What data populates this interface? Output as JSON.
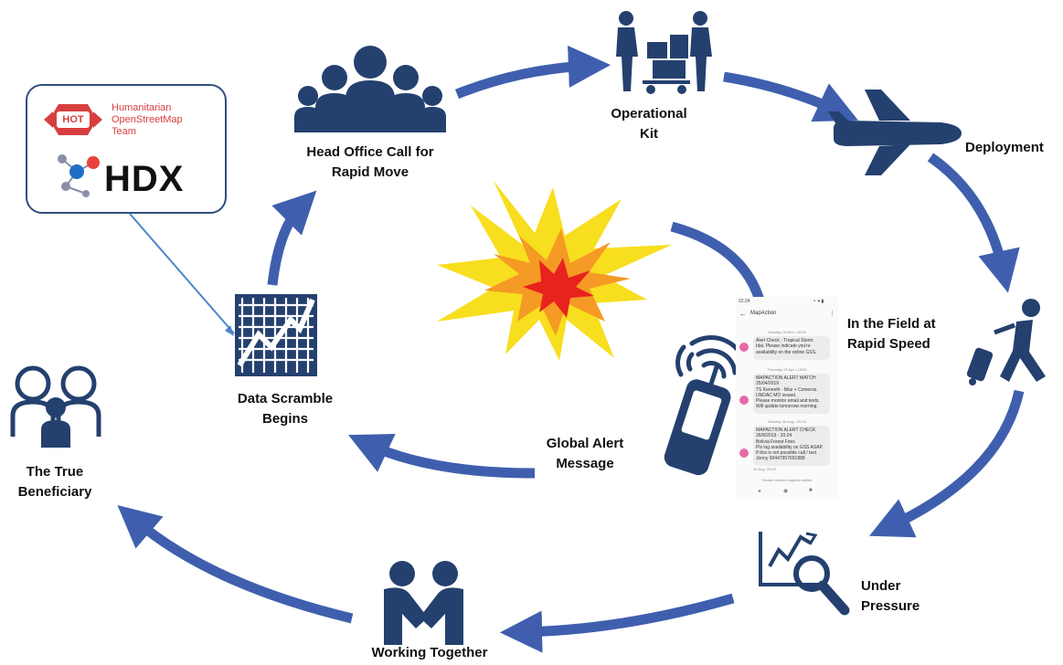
{
  "stages": {
    "head_office": [
      "Head Office Call for",
      "Rapid Move"
    ],
    "operational_kit": [
      "Operational",
      "Kit"
    ],
    "deployment": [
      "Deployment"
    ],
    "in_the_field": [
      "In the Field at",
      "Rapid Speed"
    ],
    "under_pressure": [
      "Under",
      "Pressure"
    ],
    "working_together": [
      "Working Together"
    ],
    "true_beneficiary": [
      "The True",
      "Beneficiary"
    ],
    "data_scramble": [
      "Data Scramble",
      "Begins"
    ],
    "global_alert": [
      "Global Alert",
      "Message"
    ]
  },
  "logos": {
    "hot_badge": "HOT",
    "hot_name": [
      "Humanitarian",
      "OpenStreetMap",
      "Team"
    ],
    "hdx": "HDX"
  },
  "phone": {
    "status_time": "22:24",
    "app_title": "MapAction",
    "days": [
      "Monday 18 Mar • 19:26",
      "Thursday 25 Apr • 18:53",
      "Monday 26 Aug • 20:24"
    ],
    "messages": [
      [
        "Alert Check - Tropical Storm",
        "Idai. Please indicate you're",
        "availability on the online GSS."
      ],
      [
        "MAPACTION ALERT WATCH",
        "25/04/2019",
        "TS Kenneth - Moz + Comoros.",
        "UNDAC MO issued.",
        "Please monitor email and texts.",
        "Will update tomorrow morning."
      ],
      [
        "MAPACTION ALERT CHECK",
        "26/8/2019 - 20:24",
        "Bolivia Forest Fires",
        "Pls log availability on GSS ASAP.",
        "If this is not possible call / text",
        "Jonny 00447957691888"
      ]
    ],
    "last_time": "26 Aug, 20:29",
    "footer": "Sender doesn't support replies"
  },
  "colors": {
    "arrow": "#3f5fae",
    "icon": "#24406e",
    "burst_outer": "#f7de1e",
    "burst_mid": "#f59a25",
    "burst_inner": "#e8231e",
    "hot_red": "#d73f3f"
  },
  "icons": [
    "crowd-icon",
    "delivery-people-icon",
    "airplane-icon",
    "traveler-running-icon",
    "magnifier-chart-icon",
    "handshake-icon",
    "family-icon",
    "line-chart-icon",
    "explosion-burst-icon",
    "mobile-phone-signal-icon"
  ]
}
